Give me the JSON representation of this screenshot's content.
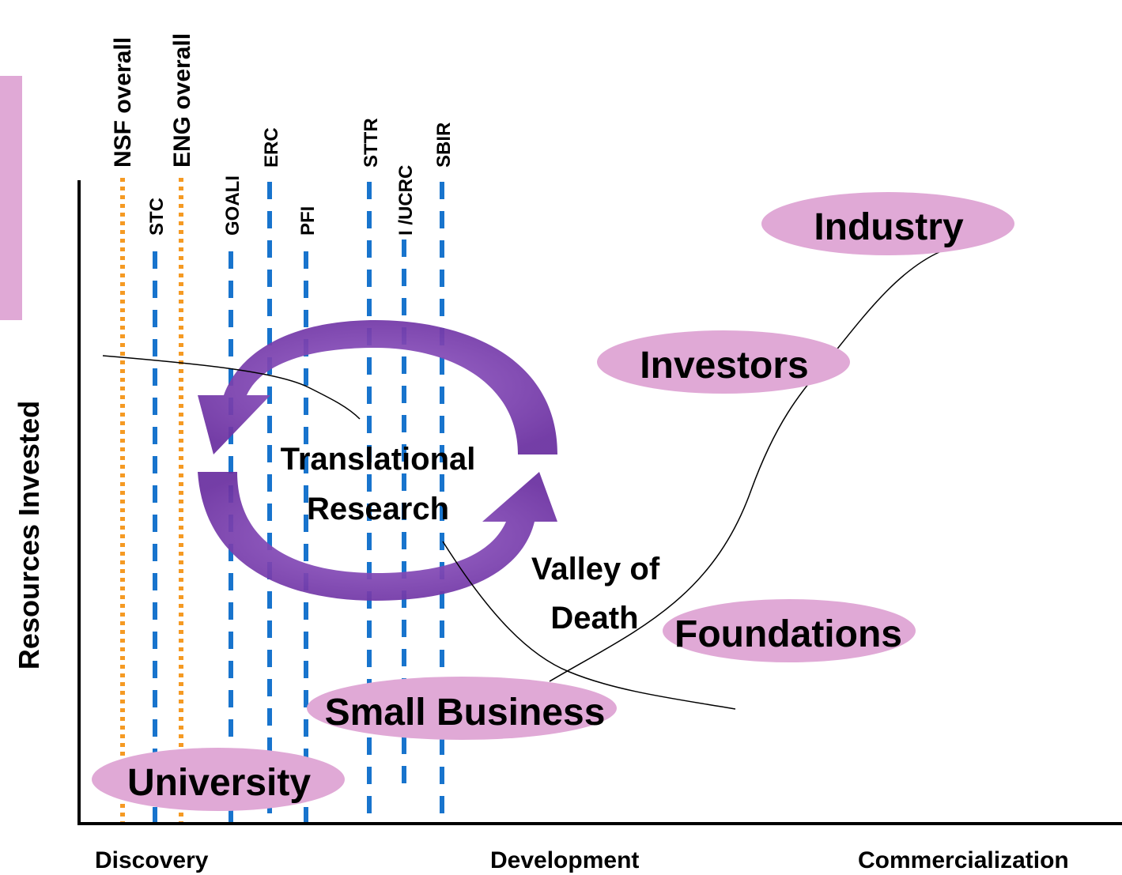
{
  "axes": {
    "y_label": "Resources Invested",
    "x_labels": [
      "Discovery",
      "Development",
      "Commercialization"
    ]
  },
  "program_lines": [
    {
      "label": "NSF overall",
      "style": "orange-dotted"
    },
    {
      "label": "STC",
      "style": "blue-dashed"
    },
    {
      "label": "ENG overall",
      "style": "orange-dotted"
    },
    {
      "label": "GOALI",
      "style": "blue-dashed"
    },
    {
      "label": "ERC",
      "style": "blue-dashed"
    },
    {
      "label": "PFI",
      "style": "blue-dashed"
    },
    {
      "label": "STTR",
      "style": "blue-dashed"
    },
    {
      "label": "I /UCRC",
      "style": "blue-dashed"
    },
    {
      "label": "SBIR",
      "style": "blue-dashed"
    }
  ],
  "cycle": {
    "line1": "Translational",
    "line2": "Research"
  },
  "valley": {
    "line1": "Valley of",
    "line2": "Death"
  },
  "funders": [
    "University",
    "Small Business",
    "Foundations",
    "Investors",
    "Industry"
  ],
  "colors": {
    "ellipse_fill": "#e0a9d6",
    "arrow_purple": "#7b3fae",
    "dashed_blue": "#1874cd",
    "dotted_orange": "#f59a23",
    "axis": "#000000"
  }
}
